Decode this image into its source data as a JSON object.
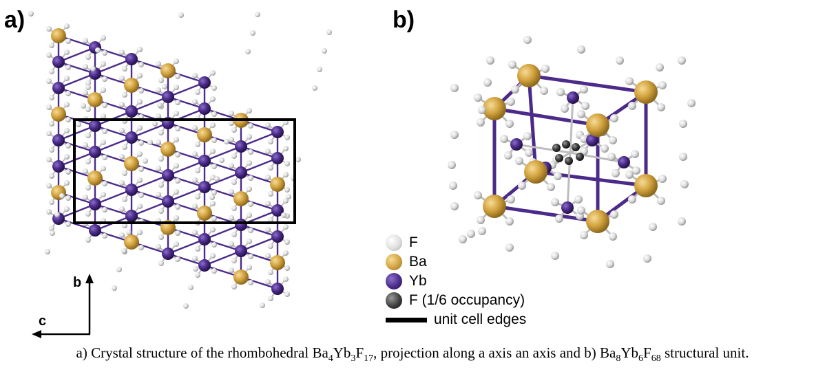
{
  "panels": {
    "a": {
      "label": "a)"
    },
    "b": {
      "label": "b)"
    }
  },
  "axes": {
    "b": "b",
    "c": "c"
  },
  "legend": {
    "items": [
      {
        "label": "F",
        "color": "#e4e4e4",
        "icon": "fluorine-atom-icon"
      },
      {
        "label": "Ba",
        "color": "#d2a23e",
        "icon": "barium-atom-icon"
      },
      {
        "label": "Yb",
        "color": "#4b2a8a",
        "icon": "ytterbium-atom-icon"
      },
      {
        "label": "F (1/6 occupancy)",
        "color": "#4a4a4a",
        "icon": "fluorine-partial-atom-icon"
      },
      {
        "label": "unit cell edges",
        "color": "#000000",
        "icon": "unit-cell-edge-icon"
      }
    ]
  },
  "caption": {
    "prefix": "a) Crystal structure of the rhombohedral ",
    "formula1_parts": [
      [
        "Ba",
        ""
      ],
      [
        "4",
        "sub"
      ],
      [
        "Yb",
        ""
      ],
      [
        "3",
        "sub"
      ],
      [
        "F",
        ""
      ],
      [
        "17",
        "sub"
      ]
    ],
    "mid": ", projection along a axis an axis and b) ",
    "formula2_parts": [
      [
        "Ba",
        ""
      ],
      [
        "8",
        "sub"
      ],
      [
        "Yb",
        ""
      ],
      [
        "6",
        "sub"
      ],
      [
        "F",
        ""
      ],
      [
        "68",
        "sub"
      ]
    ],
    "suffix": " structural unit."
  },
  "colors": {
    "bond": "#4b2a8a",
    "ba": "#d2a23e",
    "yb": "#4b2a8a",
    "f": "#e4e4e4",
    "f_partial": "#3e3e3e",
    "cell": "#000000"
  }
}
